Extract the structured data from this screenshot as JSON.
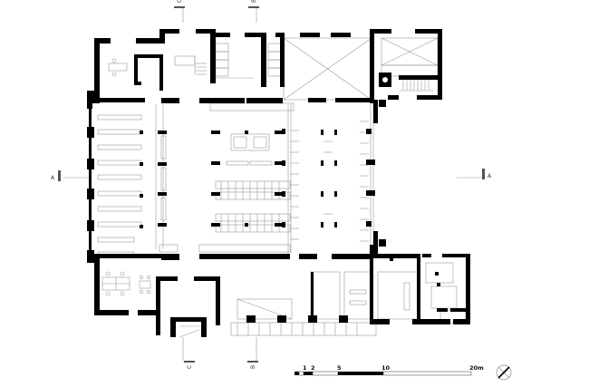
{
  "drawing": {
    "type": "architectural floor plan",
    "background": "#ffffff",
    "wall_color": "#000000",
    "line_color": "#9a9a9a"
  },
  "section_markers": {
    "left": "A",
    "right": "A",
    "top_left": "C",
    "top_right": "B",
    "bottom_left": "C",
    "bottom_right": "B"
  },
  "scale_bar": {
    "ticks": [
      "1",
      "2",
      "5",
      "10",
      "20m"
    ]
  },
  "north_arrow": {
    "icon": "north-arrow-icon"
  }
}
